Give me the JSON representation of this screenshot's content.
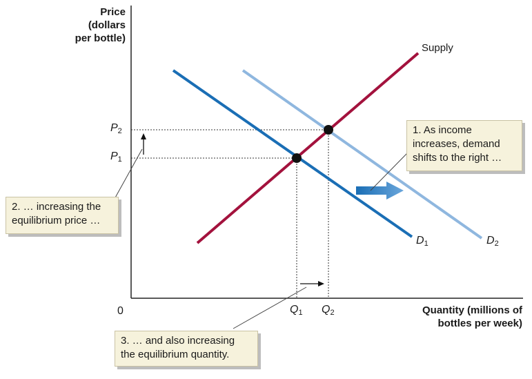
{
  "chart_data": {
    "type": "line",
    "ylabel": "Price (dollars per bottle)",
    "xlabel": "Quantity (millions of bottles per week)",
    "ylabel_lines": [
      "Price",
      "(dollars",
      "per bottle)"
    ],
    "xlabel_lines": [
      "Quantity (millions of",
      "bottles per week)"
    ],
    "origin": "0",
    "x_ticks": [
      {
        "base": "Q",
        "sub": "1"
      },
      {
        "base": "Q",
        "sub": "2"
      }
    ],
    "y_ticks": [
      {
        "base": "P",
        "sub": "1"
      },
      {
        "base": "P",
        "sub": "2"
      }
    ],
    "series": [
      {
        "name": "Supply",
        "color": "#a3123d"
      },
      {
        "name": "D1",
        "base": "D",
        "sub": "1",
        "color": "#1a6eb5"
      },
      {
        "name": "D2",
        "base": "D",
        "sub": "2",
        "color": "#8fb7df"
      }
    ],
    "annotations": {
      "demand_shift": [
        "1.  As income",
        "increases, demand",
        "shifts to the right …"
      ],
      "price": [
        "2. … increasing the",
        "equilibrium price …"
      ],
      "quantity": [
        "3. … and also increasing",
        "the equilibrium quantity."
      ]
    },
    "shift_arrow_color": "#1a6eb5"
  }
}
